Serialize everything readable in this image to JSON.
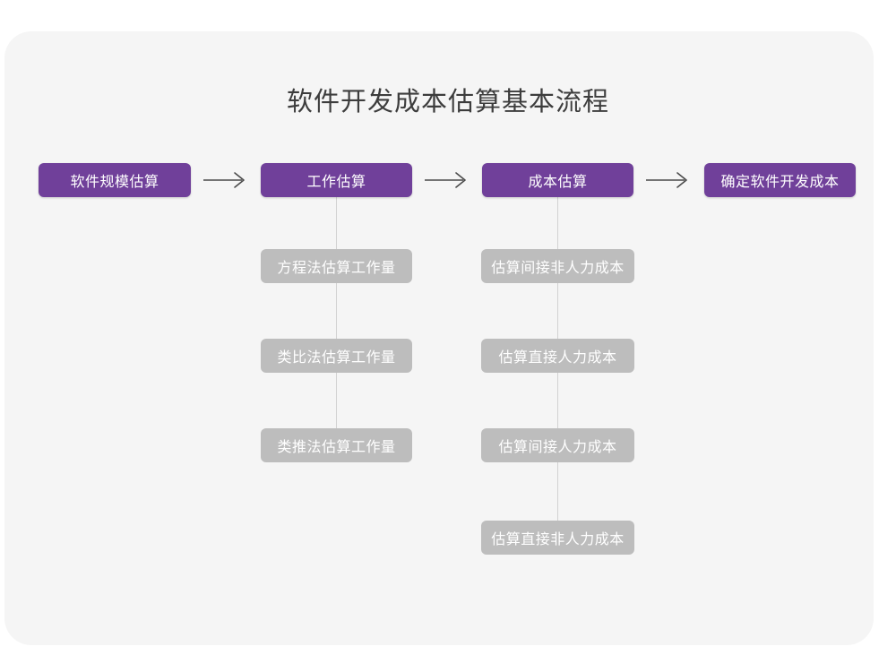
{
  "page": {
    "title": "软件开发成本估算基本流程",
    "background_color": "#ffffff",
    "card_color": "#f5f5f5",
    "primary_color": "#70409a",
    "secondary_color": "#bdbdbd",
    "title_color": "#3d3d3d",
    "connector_color": "#d2d2d2",
    "arrow_color": "#4a4a4a"
  },
  "flow": {
    "main_steps": [
      {
        "label": "软件规模估算"
      },
      {
        "label": "工作估算"
      },
      {
        "label": "成本估算"
      },
      {
        "label": "确定软件开发成本"
      }
    ],
    "arrows": [
      {
        "name": "arrow-icon-1"
      },
      {
        "name": "arrow-icon-2"
      },
      {
        "name": "arrow-icon-3"
      }
    ],
    "branches": [
      {
        "parent": "工作估算",
        "items": [
          {
            "label": "方程法估算工作量"
          },
          {
            "label": "类比法估算工作量"
          },
          {
            "label": "类推法估算工作量"
          }
        ]
      },
      {
        "parent": "成本估算",
        "items": [
          {
            "label": "估算间接非人力成本"
          },
          {
            "label": "估算直接人力成本"
          },
          {
            "label": "估算间接人力成本"
          },
          {
            "label": "估算直接非人力成本"
          }
        ]
      }
    ]
  }
}
